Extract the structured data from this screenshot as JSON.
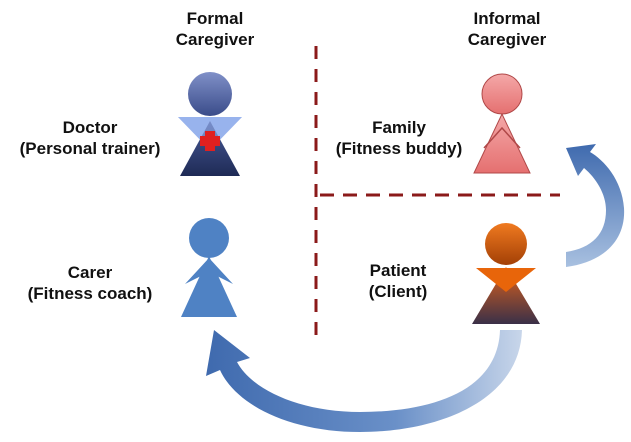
{
  "headers": {
    "formal": [
      "Formal",
      "Caregiver"
    ],
    "informal": [
      "Informal",
      "Caregiver"
    ]
  },
  "roles": {
    "doctor": [
      "Doctor",
      "(Personal trainer)"
    ],
    "family": [
      "Family",
      "(Fitness buddy)"
    ],
    "carer": [
      "Carer",
      "(Fitness coach)"
    ],
    "patient": [
      "Patient",
      "(Client)"
    ]
  },
  "colors": {
    "divider": "#8b1a1a",
    "doctor_head": "#5a6fb0",
    "doctor_body": "#2f3f7a",
    "doctor_collar": "#8aa8e8",
    "cross": "#e02020",
    "family": "#e88a8a",
    "family_stroke": "#b04848",
    "carer": "#4f82c4",
    "patient_head": "#e8650a",
    "patient_body": "#8a4a2a",
    "arrow": "#4a74b4"
  }
}
